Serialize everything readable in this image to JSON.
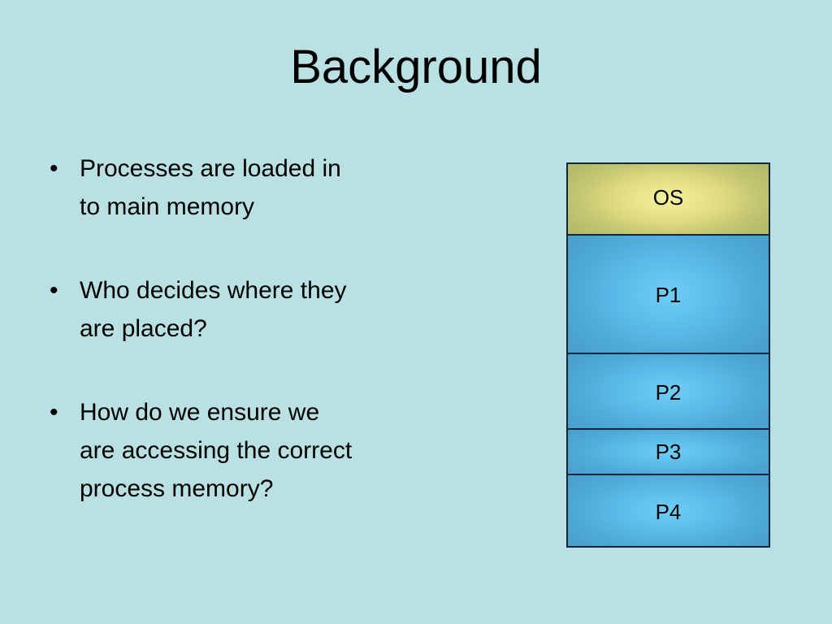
{
  "slide": {
    "title": "Background",
    "background_color": "#b9e0e3",
    "text_color": "#000000"
  },
  "bullets": [
    {
      "marker": "•",
      "text": "Processes are loaded in\nto main memory"
    },
    {
      "marker": "•",
      "text": "Who decides where they\nare placed?"
    },
    {
      "marker": "•",
      "text": "How do we ensure we\nare accessing the correct\nprocess memory?"
    }
  ],
  "memory_diagram": {
    "blocks": [
      {
        "label": "OS",
        "fill_color": "#dcd87e",
        "border_color": "#12263d"
      },
      {
        "label": "P1",
        "fill_color": "#58b7e4",
        "border_color": "#12263d"
      },
      {
        "label": "P2",
        "fill_color": "#58b7e4",
        "border_color": "#12263d"
      },
      {
        "label": "P3",
        "fill_color": "#58b7e4",
        "border_color": "#12263d"
      },
      {
        "label": "P4",
        "fill_color": "#58b7e4",
        "border_color": "#12263d"
      }
    ]
  }
}
